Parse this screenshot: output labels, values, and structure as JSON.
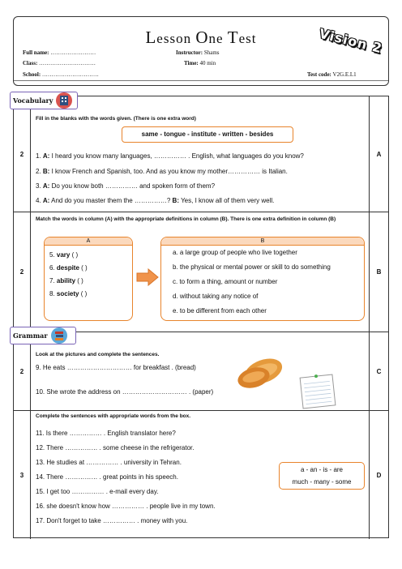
{
  "header": {
    "title_prefix": "L",
    "title_rest_1": "esson ",
    "title_cap_2": "O",
    "title_rest_2": "ne ",
    "title_cap_3": "T",
    "title_rest_3": "est",
    "brand": "Vision 2",
    "full_name_label": "Full name:",
    "full_name_value": "……………………",
    "class_label": "Class:",
    "class_value": "…………………………",
    "school_label": "School:",
    "school_value": "…………………………",
    "instructor_label": "Instructor:",
    "instructor_value": "Shams",
    "time_label": "Time:",
    "time_value": "40 min",
    "testcode_label": "Test code:",
    "testcode_value": "V2G.E.L1"
  },
  "sections": {
    "vocabulary": "Vocabulary",
    "grammar": "Grammar"
  },
  "q1": {
    "score": "2",
    "letter": "A",
    "instruction": "Fill in the blanks with the words given. (There is one extra word)",
    "words": "same - tongue - institute - written - besides",
    "lines": [
      {
        "num": "1.",
        "speaker": "A:",
        "text": "I heard you know many languages, …………… . English, what languages do you know?"
      },
      {
        "num": "2.",
        "speaker": "B:",
        "text": "I know French and Spanish, too. And as you know my mother…………… is Italian."
      },
      {
        "num": "3.",
        "speaker": "A:",
        "text": "Do you know both …………… and spoken form of them?"
      },
      {
        "num": "4.",
        "speaker": "A:",
        "text": "And do you master them the ……………? ",
        "speaker2": "B:",
        "text2": "Yes, I know all of them very well."
      }
    ]
  },
  "q2": {
    "score": "2",
    "letter": "B",
    "instruction": "Match the words in column (A) with the appropriate definitions in column (B). There is one extra definition in column (B)",
    "col_a_head": "A",
    "col_b_head": "B",
    "col_a": [
      {
        "num": "5.",
        "word": "vary",
        "blank": "(   )"
      },
      {
        "num": "6.",
        "word": "despite",
        "blank": "(   )"
      },
      {
        "num": "7.",
        "word": "ability",
        "blank": "(   )"
      },
      {
        "num": "8.",
        "word": "society",
        "blank": "(   )"
      }
    ],
    "col_b": [
      "a. a large group of people who live together",
      "b. the physical or mental power or skill to do something",
      "c. to form a thing, amount or number",
      "d. without taking any notice of",
      "e. to be different from each other"
    ]
  },
  "q3": {
    "score": "2",
    "letter": "C",
    "instruction": "Look at the pictures and complete the sentences.",
    "lines": [
      {
        "text": "9. He eats ………………………… for breakfast . (bread)"
      },
      {
        "text": "10. She wrote the address on ………………………… . (paper)"
      }
    ]
  },
  "q4": {
    "score": "3",
    "letter": "D",
    "instruction": "Complete the sentences with appropriate words from the box.",
    "lines": [
      "11. Is there …………… . English translator here?",
      "12. There …………… . some cheese in the refrigerator.",
      "13. He studies at …………… . university in Tehran.",
      "14. There …………… . great points in his speech.",
      "15. I get too …………… . e-mail every day.",
      "16. she doesn't know how …………… . people live in my town.",
      "17. Don't forget to take …………… . money with you."
    ],
    "box_line_1": "a - an - is - are",
    "box_line_2": "much - many - some"
  }
}
